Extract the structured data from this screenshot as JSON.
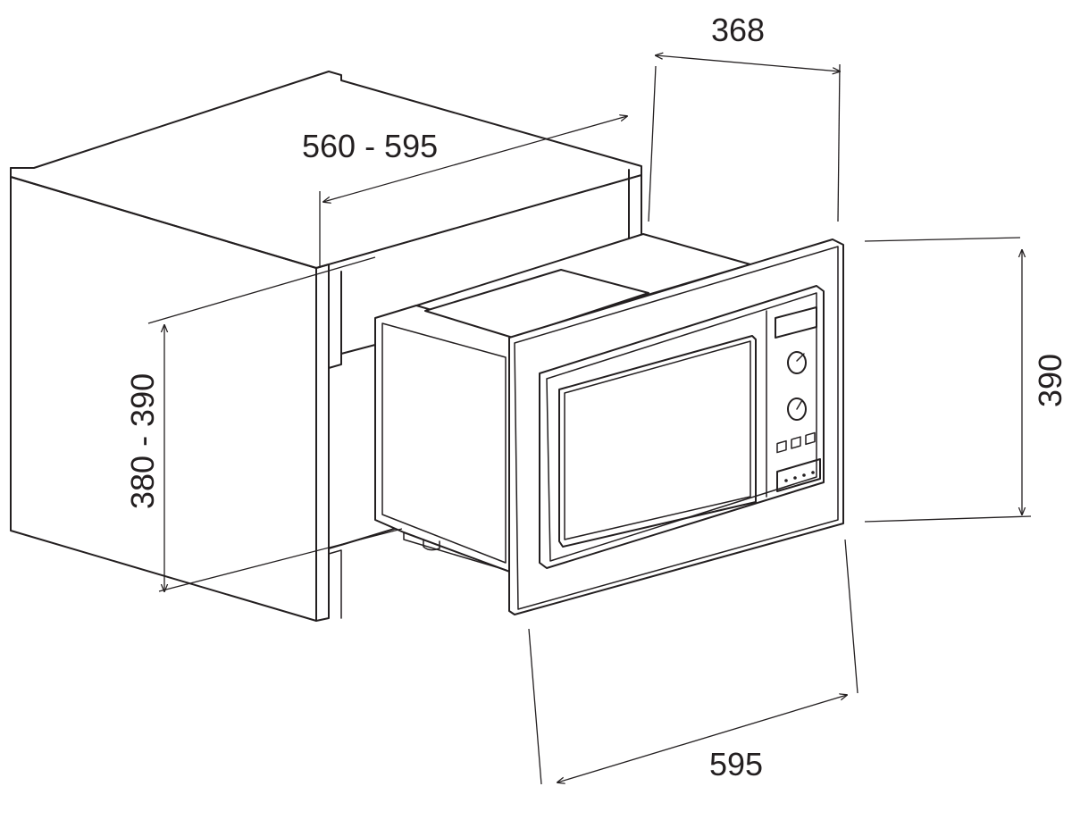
{
  "dimensions": {
    "depth": "368",
    "niche_width": "560 - 595",
    "niche_height": "380 - 390",
    "height": "390",
    "width": "595"
  },
  "colors": {
    "line": "#231f20",
    "background": "#ffffff"
  }
}
